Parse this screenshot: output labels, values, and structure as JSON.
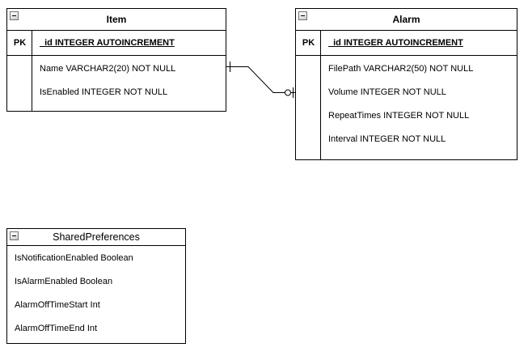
{
  "diagram": {
    "entities": [
      {
        "title": "Item",
        "collapse_icon": "minus",
        "pk": {
          "label": "PK",
          "field": "_id INTEGER AUTOINCREMENT"
        },
        "attributes": [
          "Name VARCHAR2(20) NOT NULL",
          "IsEnabled INTEGER NOT NULL"
        ]
      },
      {
        "title": "Alarm",
        "collapse_icon": "minus",
        "pk": {
          "label": "PK",
          "field": "_id INTEGER AUTOINCREMENT"
        },
        "attributes": [
          "FilePath VARCHAR2(50) NOT NULL",
          "Volume INTEGER NOT NULL",
          "RepeatTimes INTEGER NOT NULL",
          "Interval INTEGER NOT NULL"
        ]
      },
      {
        "title": "SharedPreferences",
        "collapse_icon": "minus",
        "attributes": [
          "IsNotificationEnabled Boolean",
          "IsAlarmEnabled Boolean",
          "AlarmOffTimeStart Int",
          "AlarmOffTimeEnd Int"
        ]
      }
    ],
    "relationship": {
      "from_entity": "Item",
      "to_entity": "Alarm",
      "from_cardinality": "one",
      "to_cardinality": "zero-or-one"
    },
    "colors": {
      "border": "#000000",
      "text": "#000000",
      "line": "#000000",
      "entity_background": "#ffffff",
      "canvas_background": "#ffffff"
    }
  }
}
